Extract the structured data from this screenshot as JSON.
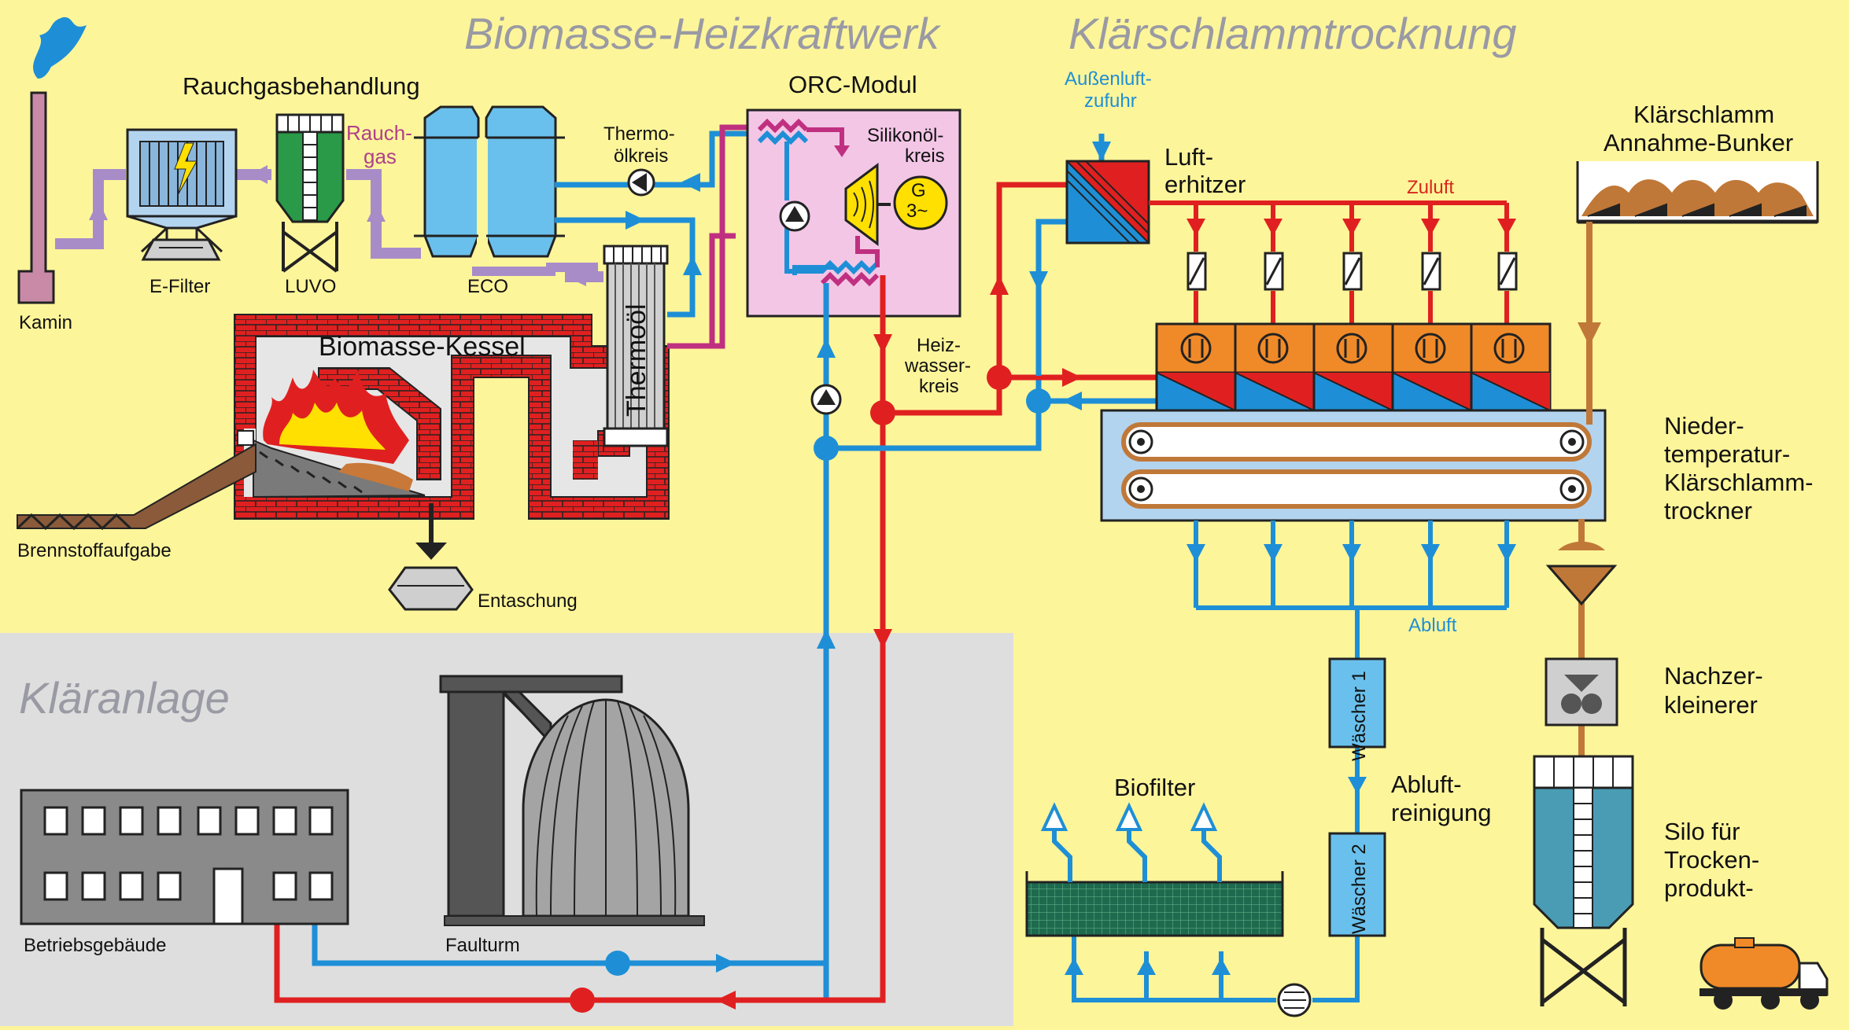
{
  "titles": {
    "plant": "Biomasse-Heizkraftwerk",
    "drying": "Klärschlammtrocknung",
    "wwtp": "Kläranlage"
  },
  "labels": {
    "flue_treatment": "Rauchgasbehandlung",
    "orc": "ORC-Modul",
    "kamin": "Kamin",
    "efilter": "E-Filter",
    "luvo": "LUVO",
    "eco": "ECO",
    "rauchgas_1": "Rauch-",
    "rauchgas_2": "gas",
    "thermo_1": "Thermo-",
    "thermo_2": "ölkreis",
    "silikon_1": "Silikonöl-",
    "silikon_2": "kreis",
    "generator_1": "G",
    "generator_2": "3~",
    "thermooel": "Thermoöl",
    "boiler": "Biomasse-Kessel",
    "fuel": "Brennstoffaufgabe",
    "ash": "Entaschung",
    "heizwasser_1": "Heiz-",
    "heizwasser_2": "wasser-",
    "heizwasser_3": "kreis",
    "aussenluft_1": "Außenluft-",
    "aussenluft_2": "zufuhr",
    "lufterhitzer_1": "Luft-",
    "lufterhitzer_2": "erhitzer",
    "zuluft": "Zuluft",
    "bunker_1": "Klärschlamm",
    "bunker_2": "Annahme-Bunker",
    "dryer_1": "Nieder-",
    "dryer_2": "temperatur-",
    "dryer_3": "Klärschlamm-",
    "dryer_4": "trockner",
    "abluft": "Abluft",
    "waescher1": "Wäscher 1",
    "waescher2": "Wäscher 2",
    "abluftreinigung_1": "Abluft-",
    "abluftreinigung_2": "reinigung",
    "biofilter": "Biofilter",
    "crusher_1": "Nachzer-",
    "crusher_2": "kleinerer",
    "silo_1": "Silo für",
    "silo_2": "Trocken-",
    "silo_3": "produkt-",
    "betrieb": "Betriebsgebäude",
    "faulturm": "Faulturm"
  },
  "colors": {
    "background": "#fdf59a",
    "wwtp_area": "#dedede",
    "hot_water": "#e02020",
    "cold_water": "#1e8fd6",
    "flue_gas": "#a88cc8",
    "thermal_oil": "#c03080",
    "sludge": "#c07838",
    "brick": "#e02020",
    "title_gray": "#9a9aa4"
  }
}
